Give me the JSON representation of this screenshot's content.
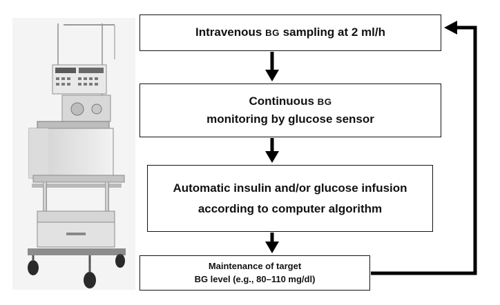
{
  "nodes": [
    {
      "id": "sampling",
      "parts": [
        "Intravenous ",
        "BG",
        " sampling at 2 ml/h"
      ]
    },
    {
      "id": "monitoring",
      "line1_parts": [
        "Continuous ",
        "BG"
      ],
      "line2": "monitoring by glucose sensor"
    },
    {
      "id": "infusion",
      "line1": "Automatic insulin and/or glucose infusion",
      "line2": "according to computer algorithm"
    },
    {
      "id": "maintenance",
      "line1": "Maintenance of target",
      "line2": "BG level (e.g., 80–110 mg/dl)"
    }
  ],
  "edges": [
    {
      "from": "sampling",
      "to": "monitoring"
    },
    {
      "from": "monitoring",
      "to": "infusion"
    },
    {
      "from": "infusion",
      "to": "maintenance"
    },
    {
      "from": "maintenance",
      "to": "sampling"
    }
  ]
}
